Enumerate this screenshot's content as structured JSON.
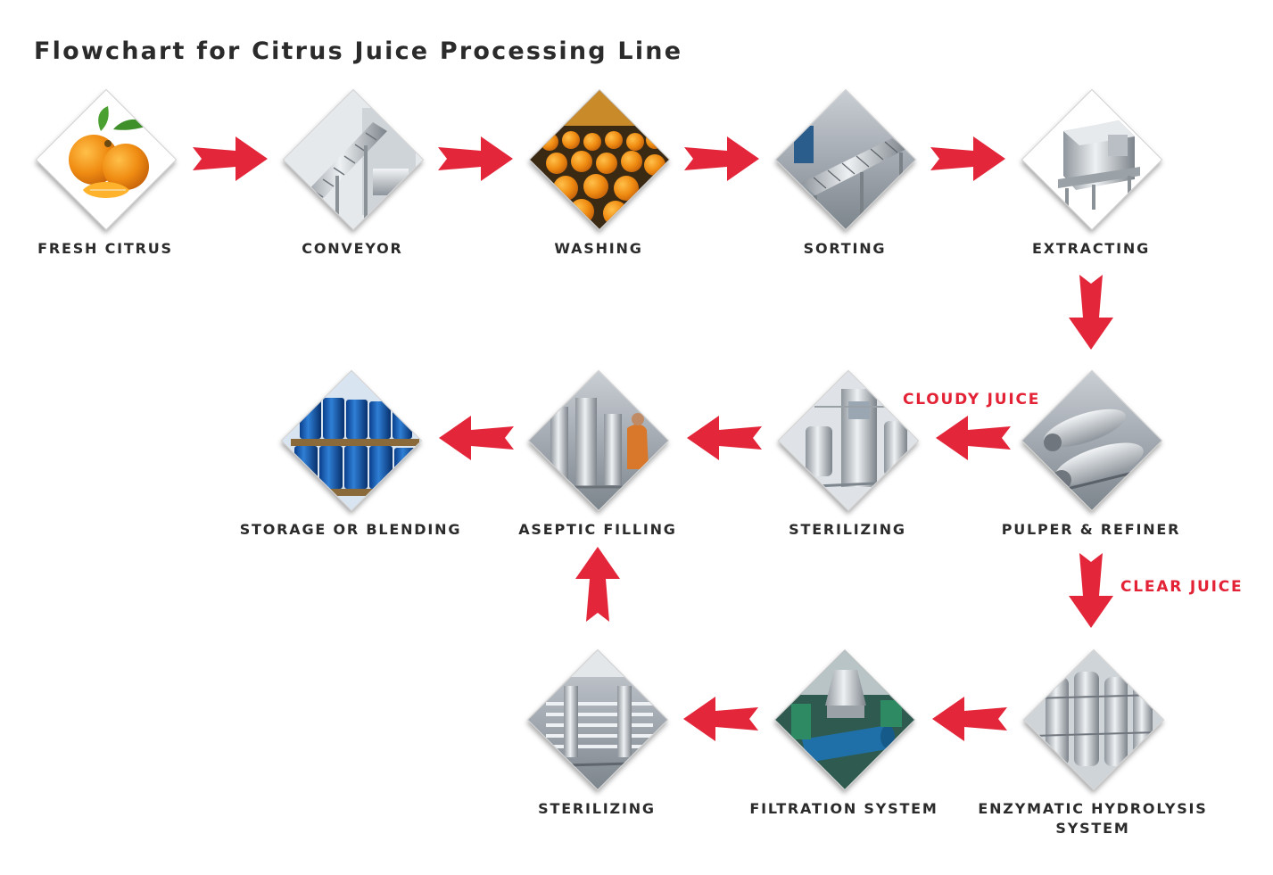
{
  "title": "Flowchart for Citrus Juice Processing Line",
  "colors": {
    "arrow": "#e3263a",
    "branch_text": "#e32236",
    "label_text": "#2b2b2b"
  },
  "steps": {
    "fresh_citrus": {
      "label": "FRESH CITRUS",
      "icon": "citrus-fruit-image"
    },
    "conveyor": {
      "label": "CONVEYOR",
      "icon": "conveyor-machine-image"
    },
    "washing": {
      "label": "WASHING",
      "icon": "washing-oranges-image"
    },
    "sorting": {
      "label": "SORTING",
      "icon": "sorting-machine-image"
    },
    "extracting": {
      "label": "EXTRACTING",
      "icon": "extractor-machine-image"
    },
    "pulper_refiner": {
      "label": "PULPER & REFINER",
      "icon": "pulper-refiner-image"
    },
    "sterilizing_1": {
      "label": "STERILIZING",
      "icon": "sterilizer-image"
    },
    "aseptic_filling": {
      "label": "ASEPTIC FILLING",
      "icon": "aseptic-filler-image"
    },
    "storage_blending": {
      "label": "STORAGE OR BLENDING",
      "icon": "blue-drums-image"
    },
    "enzymatic_hydrolysis": {
      "label_line1": "ENZYMATIC HYDROLYSIS",
      "label_line2": "SYSTEM",
      "icon": "enzymatic-tanks-image"
    },
    "filtration_system": {
      "label": "FILTRATION SYSTEM",
      "icon": "filtration-centrifuge-image"
    },
    "sterilizing_2": {
      "label": "STERILIZING",
      "icon": "tube-sterilizer-image"
    }
  },
  "branches": {
    "cloudy": "CLOUDY JUICE",
    "clear": "CLEAR JUICE"
  }
}
